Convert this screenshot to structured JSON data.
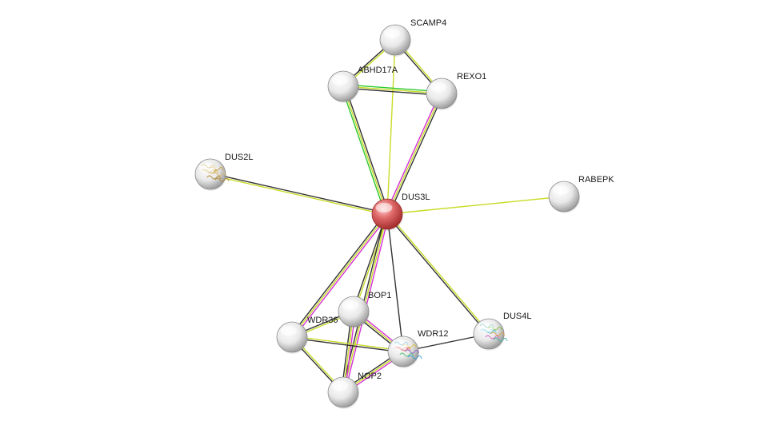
{
  "network": {
    "nodes": [
      {
        "id": "DUS3L",
        "label": "DUS3L",
        "color": "#d84a4a",
        "query": true,
        "structure": false
      },
      {
        "id": "SCAMP4",
        "label": "SCAMP4",
        "color": "#e6e6e6",
        "query": false,
        "structure": false
      },
      {
        "id": "ABHD17A",
        "label": "ABHD17A",
        "color": "#e6e6e6",
        "query": false,
        "structure": false
      },
      {
        "id": "REXO1",
        "label": "REXO1",
        "color": "#e6e6e6",
        "query": false,
        "structure": false
      },
      {
        "id": "DUS2L",
        "label": "DUS2L",
        "color": "#e6e6e6",
        "query": false,
        "structure": true
      },
      {
        "id": "RABEPK",
        "label": "RABEPK",
        "color": "#e6e6e6",
        "query": false,
        "structure": false
      },
      {
        "id": "BOP1",
        "label": "BOP1",
        "color": "#e6e6e6",
        "query": false,
        "structure": false
      },
      {
        "id": "WDR36",
        "label": "WDR36",
        "color": "#e6e6e6",
        "query": false,
        "structure": false
      },
      {
        "id": "WDR12",
        "label": "WDR12",
        "color": "#e6e6e6",
        "query": false,
        "structure": true
      },
      {
        "id": "NOP2",
        "label": "NOP2",
        "color": "#e6e6e6",
        "query": false,
        "structure": false
      },
      {
        "id": "DUS4L",
        "label": "DUS4L",
        "color": "#e6e6e6",
        "query": false,
        "structure": true
      }
    ],
    "edge_colors": {
      "coexpression": "#333333",
      "textmining": "#c8dc28",
      "experiments": "#d42fd4",
      "database": "#2ec82e"
    },
    "edges": [
      {
        "source": "DUS3L",
        "target": "SCAMP4",
        "evidence": [
          "textmining"
        ]
      },
      {
        "source": "DUS3L",
        "target": "ABHD17A",
        "evidence": [
          "database",
          "textmining",
          "coexpression"
        ]
      },
      {
        "source": "DUS3L",
        "target": "REXO1",
        "evidence": [
          "experiments",
          "textmining",
          "coexpression"
        ]
      },
      {
        "source": "DUS3L",
        "target": "DUS2L",
        "evidence": [
          "textmining",
          "coexpression"
        ]
      },
      {
        "source": "DUS3L",
        "target": "RABEPK",
        "evidence": [
          "textmining"
        ]
      },
      {
        "source": "DUS3L",
        "target": "BOP1",
        "evidence": [
          "textmining",
          "coexpression"
        ]
      },
      {
        "source": "DUS3L",
        "target": "WDR36",
        "evidence": [
          "experiments",
          "textmining",
          "coexpression"
        ]
      },
      {
        "source": "DUS3L",
        "target": "WDR12",
        "evidence": [
          "coexpression"
        ]
      },
      {
        "source": "DUS3L",
        "target": "NOP2",
        "evidence": [
          "experiments",
          "textmining",
          "coexpression"
        ]
      },
      {
        "source": "DUS3L",
        "target": "DUS4L",
        "evidence": [
          "textmining",
          "coexpression"
        ]
      },
      {
        "source": "SCAMP4",
        "target": "ABHD17A",
        "evidence": [
          "textmining",
          "coexpression"
        ]
      },
      {
        "source": "SCAMP4",
        "target": "REXO1",
        "evidence": [
          "textmining",
          "coexpression"
        ]
      },
      {
        "source": "ABHD17A",
        "target": "REXO1",
        "evidence": [
          "database",
          "textmining",
          "coexpression"
        ]
      },
      {
        "source": "BOP1",
        "target": "WDR12",
        "evidence": [
          "experiments",
          "textmining",
          "coexpression"
        ]
      },
      {
        "source": "BOP1",
        "target": "NOP2",
        "evidence": [
          "experiments",
          "textmining",
          "coexpression"
        ]
      },
      {
        "source": "BOP1",
        "target": "WDR36",
        "evidence": [
          "textmining",
          "coexpression"
        ]
      },
      {
        "source": "WDR36",
        "target": "WDR12",
        "evidence": [
          "textmining",
          "coexpression"
        ]
      },
      {
        "source": "WDR36",
        "target": "NOP2",
        "evidence": [
          "textmining",
          "coexpression"
        ]
      },
      {
        "source": "WDR12",
        "target": "NOP2",
        "evidence": [
          "experiments",
          "textmining",
          "coexpression"
        ]
      },
      {
        "source": "WDR12",
        "target": "DUS4L",
        "evidence": [
          "coexpression"
        ]
      }
    ]
  }
}
